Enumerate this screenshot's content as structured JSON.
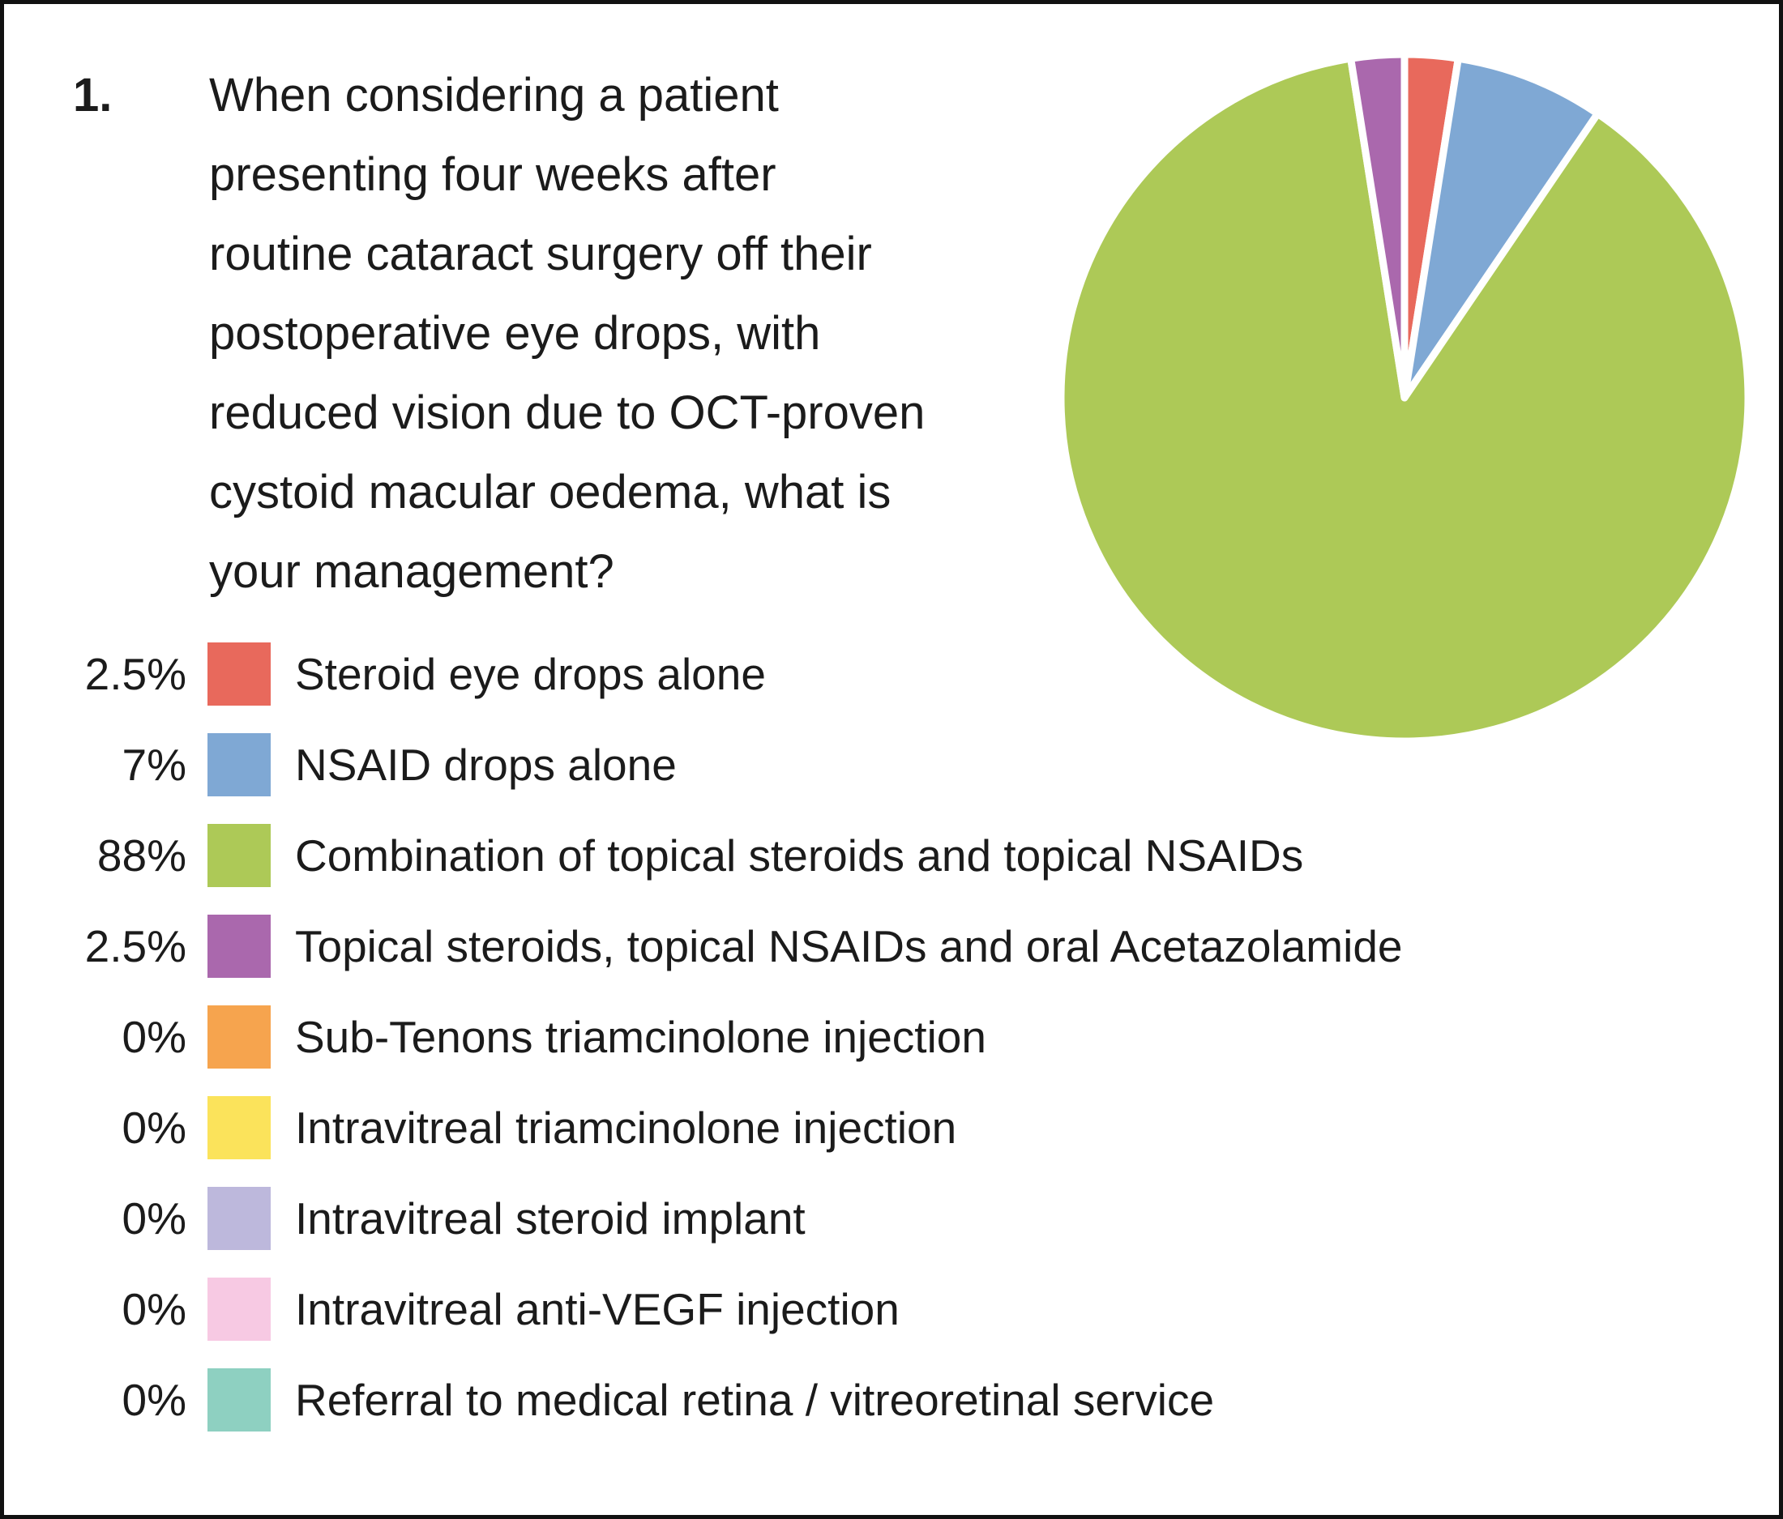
{
  "question": {
    "number": "1.",
    "lines": [
      "When considering a patient",
      "presenting four weeks after",
      "routine cataract surgery off their",
      "postoperative eye drops, with",
      "reduced vision due to OCT-proven",
      "cystoid macular oedema, what is",
      "your management?"
    ]
  },
  "chart_data": {
    "type": "pie",
    "title": "",
    "start_angle": "12 o'clock, clockwise",
    "legend_position": "left, below question",
    "slice_gap_color": "#ffffff",
    "slices": [
      {
        "label": "Steroid eye drops alone",
        "pct_label": "2.5%",
        "value": 2.5,
        "color": "#e8695c"
      },
      {
        "label": "NSAID drops alone",
        "pct_label": "7%",
        "value": 7,
        "color": "#7fa8d4"
      },
      {
        "label": "Combination of topical steroids and topical NSAIDs",
        "pct_label": "88%",
        "value": 88,
        "color": "#adc957"
      },
      {
        "label": "Topical steroids, topical NSAIDs and oral Acetazolamide",
        "pct_label": "2.5%",
        "value": 2.5,
        "color": "#aa68ad"
      },
      {
        "label": "Sub-Tenons triamcinolone injection",
        "pct_label": "0%",
        "value": 0,
        "color": "#f6a44e"
      },
      {
        "label": "Intravitreal triamcinolone injection",
        "pct_label": "0%",
        "value": 0,
        "color": "#fbe35b"
      },
      {
        "label": "Intravitreal steroid implant",
        "pct_label": "0%",
        "value": 0,
        "color": "#bdb8dc"
      },
      {
        "label": "Intravitreal anti-VEGF injection",
        "pct_label": "0%",
        "value": 0,
        "color": "#f7c9e3"
      },
      {
        "label": "Referral to medical retina / vitreoretinal service",
        "pct_label": "0%",
        "value": 0,
        "color": "#8ed0c1"
      }
    ]
  }
}
